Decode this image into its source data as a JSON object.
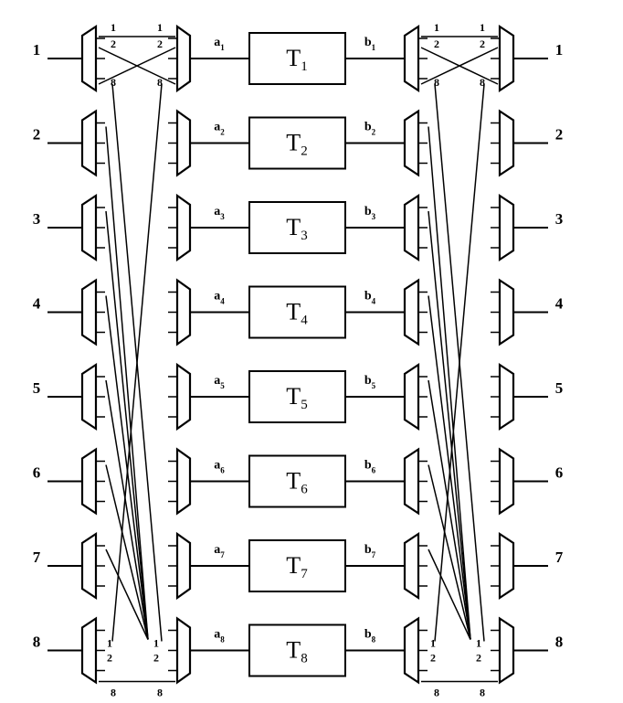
{
  "port_numbers": [
    "1",
    "2",
    "3",
    "4",
    "5",
    "6",
    "7",
    "8"
  ],
  "pin_labels": {
    "first": "1",
    "second": "2",
    "last": "8"
  },
  "blocks": [
    {
      "letter": "T",
      "sub": "1"
    },
    {
      "letter": "T",
      "sub": "2"
    },
    {
      "letter": "T",
      "sub": "3"
    },
    {
      "letter": "T",
      "sub": "4"
    },
    {
      "letter": "T",
      "sub": "5"
    },
    {
      "letter": "T",
      "sub": "6"
    },
    {
      "letter": "T",
      "sub": "7"
    },
    {
      "letter": "T",
      "sub": "8"
    }
  ],
  "left_signals": [
    {
      "letter": "a",
      "sub": "1"
    },
    {
      "letter": "a",
      "sub": "2"
    },
    {
      "letter": "a",
      "sub": "3"
    },
    {
      "letter": "a",
      "sub": "4"
    },
    {
      "letter": "a",
      "sub": "5"
    },
    {
      "letter": "a",
      "sub": "6"
    },
    {
      "letter": "a",
      "sub": "7"
    },
    {
      "letter": "a",
      "sub": "8"
    }
  ],
  "right_signals": [
    {
      "letter": "b",
      "sub": "1"
    },
    {
      "letter": "b",
      "sub": "2"
    },
    {
      "letter": "b",
      "sub": "3"
    },
    {
      "letter": "b",
      "sub": "4"
    },
    {
      "letter": "b",
      "sub": "5"
    },
    {
      "letter": "b",
      "sub": "6"
    },
    {
      "letter": "b",
      "sub": "7"
    },
    {
      "letter": "b",
      "sub": "8"
    }
  ]
}
